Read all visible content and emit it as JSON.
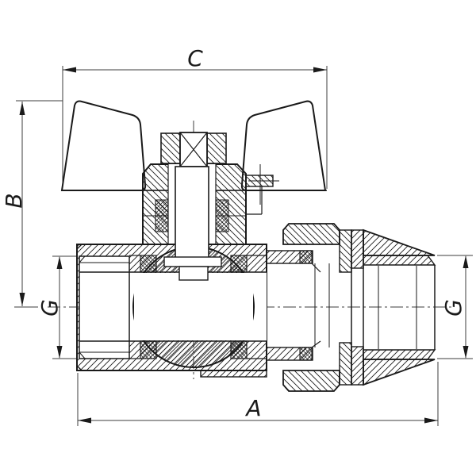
{
  "drawing": {
    "type": "technical-cross-section",
    "subject": "ball valve with butterfly handle, union nut and male threaded tailpiece",
    "labels": {
      "width_top": "C",
      "height_left": "B",
      "thread_left": "G",
      "thread_right": "G",
      "length_total": "A"
    },
    "colors": {
      "line": "#1a1a1a",
      "dim_line": "#3c3c3c",
      "background": "#ffffff"
    }
  }
}
